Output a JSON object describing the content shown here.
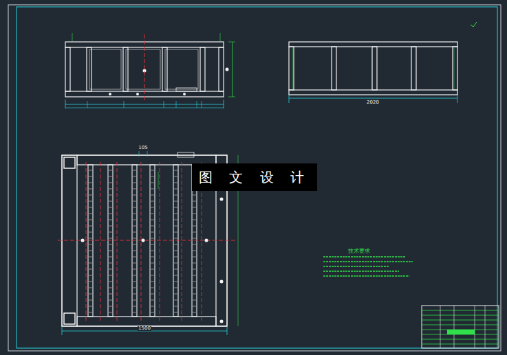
{
  "diagram": {
    "nodes": [
      {
        "text": [
          "图 文 设 计"
        ]
      }
    ],
    "labels": [
      "105",
      "1500",
      "2020",
      "技术要求"
    ]
  }
}
